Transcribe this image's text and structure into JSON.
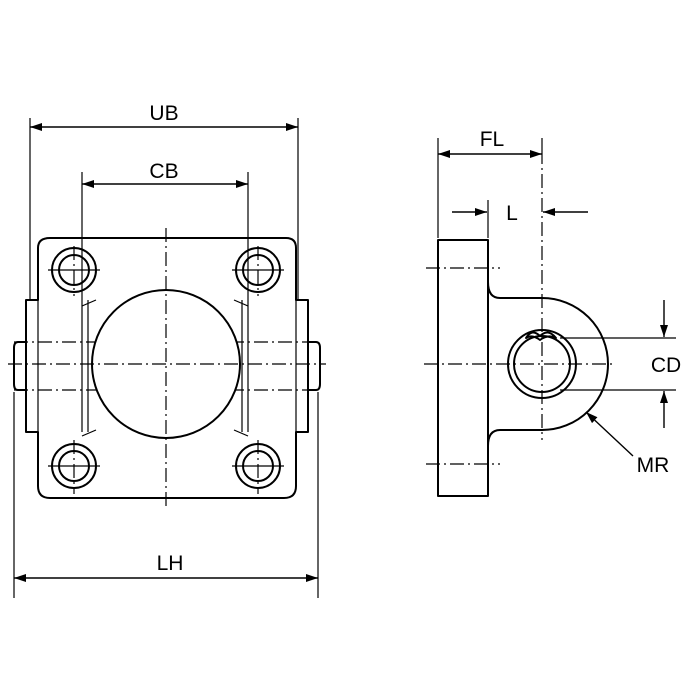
{
  "labels": {
    "ub": "UB",
    "cb": "CB",
    "lh": "LH",
    "fl": "FL",
    "l": "L",
    "cd": "CD",
    "mr": "MR"
  },
  "colors": {
    "ink": "#000000",
    "background": "#ffffff"
  }
}
